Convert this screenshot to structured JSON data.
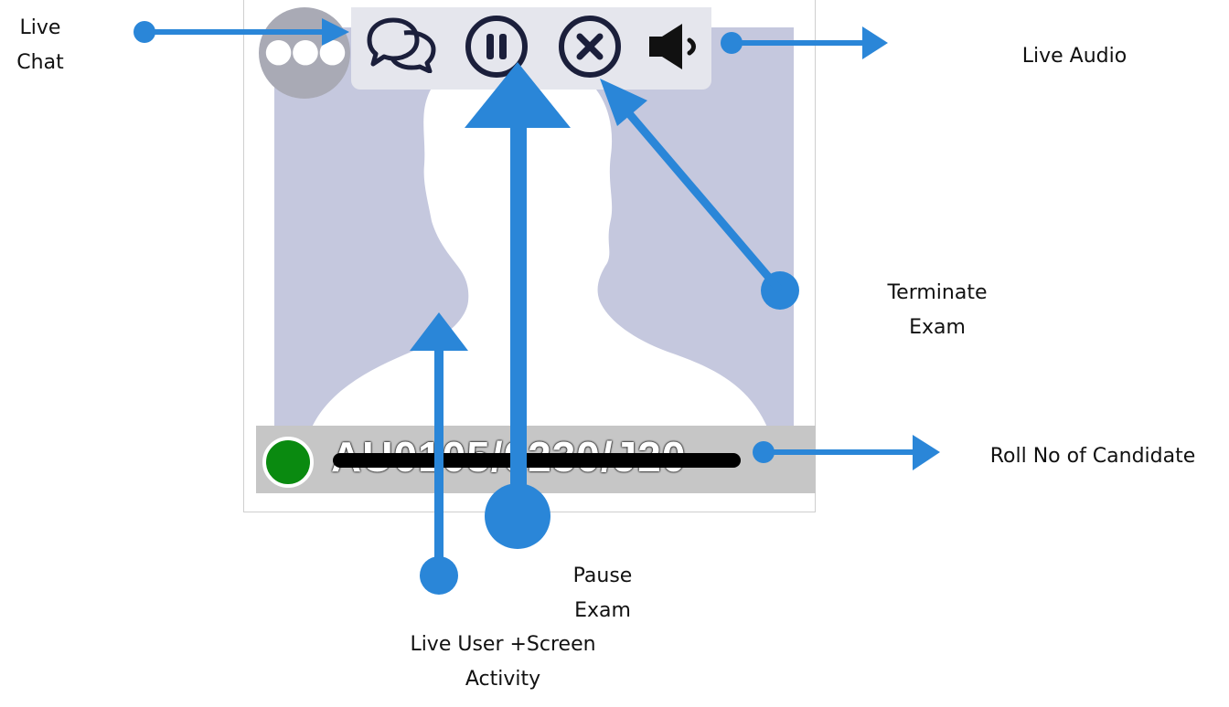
{
  "tile": {
    "menu_icon": "more-dots-icon",
    "controls": [
      {
        "name": "chat-icon",
        "action": "Live Chat"
      },
      {
        "name": "pause-icon",
        "action": "Pause Exam"
      },
      {
        "name": "close-icon",
        "action": "Terminate Exam"
      },
      {
        "name": "speaker-icon",
        "action": "Live Audio"
      }
    ],
    "video_placeholder": "user-silhouette",
    "status_color": "#0a8a10",
    "roll_number": "AU0105/0230/J20"
  },
  "annotations": {
    "live_chat": [
      "Live",
      "Chat"
    ],
    "live_audio": [
      "Live Audio"
    ],
    "terminate_exam": [
      "Terminate",
      "Exam"
    ],
    "roll_no": [
      "Roll No of Candidate"
    ],
    "pause_exam": [
      "Pause",
      "Exam"
    ],
    "live_user": [
      "Live User +Screen",
      "Activity"
    ]
  },
  "colors": {
    "accent": "#2a86d8",
    "video_bg": "#c5c8de",
    "control_bar": "#e5e6ed",
    "icon": "#1b1f3b"
  }
}
